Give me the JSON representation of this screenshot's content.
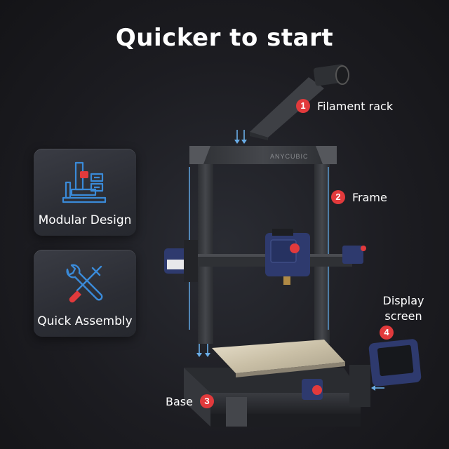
{
  "title": "Quicker to start",
  "features": [
    {
      "label": "Modular Design",
      "icon": "modular-design-icon"
    },
    {
      "label": "Quick Assembly",
      "icon": "wrench-screwdriver-icon"
    }
  ],
  "callouts": [
    {
      "num": "1",
      "label": "Filament rack"
    },
    {
      "num": "2",
      "label": "Frame"
    },
    {
      "num": "3",
      "label": "Base"
    },
    {
      "num": "4",
      "label_line1": "Display",
      "label_line2": "screen"
    }
  ],
  "brand": "ANYCUBIC",
  "colors": {
    "accent_red": "#e23a3c",
    "accent_blue": "#3a8ad8",
    "frame": "#3b3d42"
  }
}
